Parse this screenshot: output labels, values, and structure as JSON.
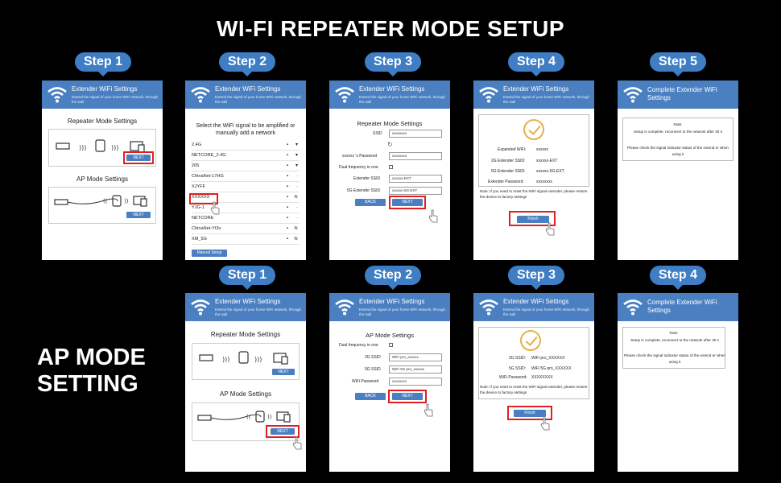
{
  "title": "WI-FI REPEATER MODE SETUP",
  "ap_title": "AP MODE\nSETTING",
  "colors": {
    "accent": "#3f7ec4",
    "header": "#4a7fc1",
    "highlight": "#e02020",
    "check": "#e8b04a"
  },
  "icons": [
    "wifi-icon",
    "router-icon",
    "repeater-icon",
    "devices-icon",
    "lock-icon",
    "signal-icon",
    "hand-pointer-icon",
    "check-icon",
    "refresh-icon"
  ],
  "common": {
    "header_title": "Extender WiFi Settings",
    "header_desc": "Extend the signal of your home WiFi network, through the wall",
    "complete_title": "Complete Extender WiFi Settings",
    "repeater_mode": "Repeater Mode Settings",
    "ap_mode": "AP Mode Settings",
    "next": "NEXT",
    "back": "BACK",
    "finish": "Finish",
    "note_label": "Note:",
    "note_text": "Setup is complete, reconnect to the network after 30 s",
    "note_text2": "Please check the signal indicator status of the extend er when using it",
    "reset_note": "Note: If you need to reset the WiFi signal extender, please restore the device to factory settings"
  },
  "repeater": {
    "steps": [
      "Step 1",
      "Step 2",
      "Step 3",
      "Step 4",
      "Step 5"
    ],
    "step2": {
      "prompt": "Select the WiFi signal to be amplified or manually add a network",
      "networks": [
        "2.4G",
        "NETCORE_2.4G",
        "205",
        "ChinaNet-17HG",
        "XJYFF",
        "XXXXXX",
        "YJG-1",
        "NETCORE",
        "ChinaNet-Yt3v",
        "XM_5G"
      ],
      "manual_setup": "Manual Setup"
    },
    "step3": {
      "title": "Repeater Mode Settings",
      "ssid_label": "SSID",
      "ssid_value": "xxxxxxxx",
      "password_label": "xxxxxx 's Password",
      "password_value": "xxxxxxxx",
      "dual_label": "Dual frequency in one",
      "ext_ssid_label": "Extender SSID",
      "ext_ssid_value": "xxxxxx-EXT",
      "ext_5g_label": "5G Extender SSID",
      "ext_5g_value": "xxxxxx-5G-EXT"
    },
    "step4": {
      "rows": [
        {
          "label": "Expanded WiFi:",
          "value": "xxxxxx"
        },
        {
          "label": "2G Extender SSID:",
          "value": "xxxxxx-EXT"
        },
        {
          "label": "5G Extender SSID:",
          "value": "xxxxxx-5G-EXT"
        },
        {
          "label": "Extender Password:",
          "value": "xxxxxxxx"
        }
      ]
    }
  },
  "ap": {
    "steps": [
      "Step 1",
      "Step 2",
      "Step 3",
      "Step 4"
    ],
    "step2": {
      "title": "AP Mode Settings",
      "dual_label": "Dual frequency in one",
      "ssid2g_label": "2G SSID",
      "ssid2g_value": "WiFi pro_xxxxxx",
      "ssid5g_label": "5G SSID",
      "ssid5g_value": "WiFi 5G pro_xxxxxx",
      "password_label": "WiFi Password",
      "password_value": "xxxxxxxx"
    },
    "step3": {
      "rows": [
        {
          "label": "2G SSID:",
          "value": "WiFi pro_XXXXXX"
        },
        {
          "label": "5G SSID:",
          "value": "WiFi 5G pro_XXXXXX"
        },
        {
          "label": "WiFi Password:",
          "value": "XXXXXXXX"
        }
      ]
    }
  }
}
